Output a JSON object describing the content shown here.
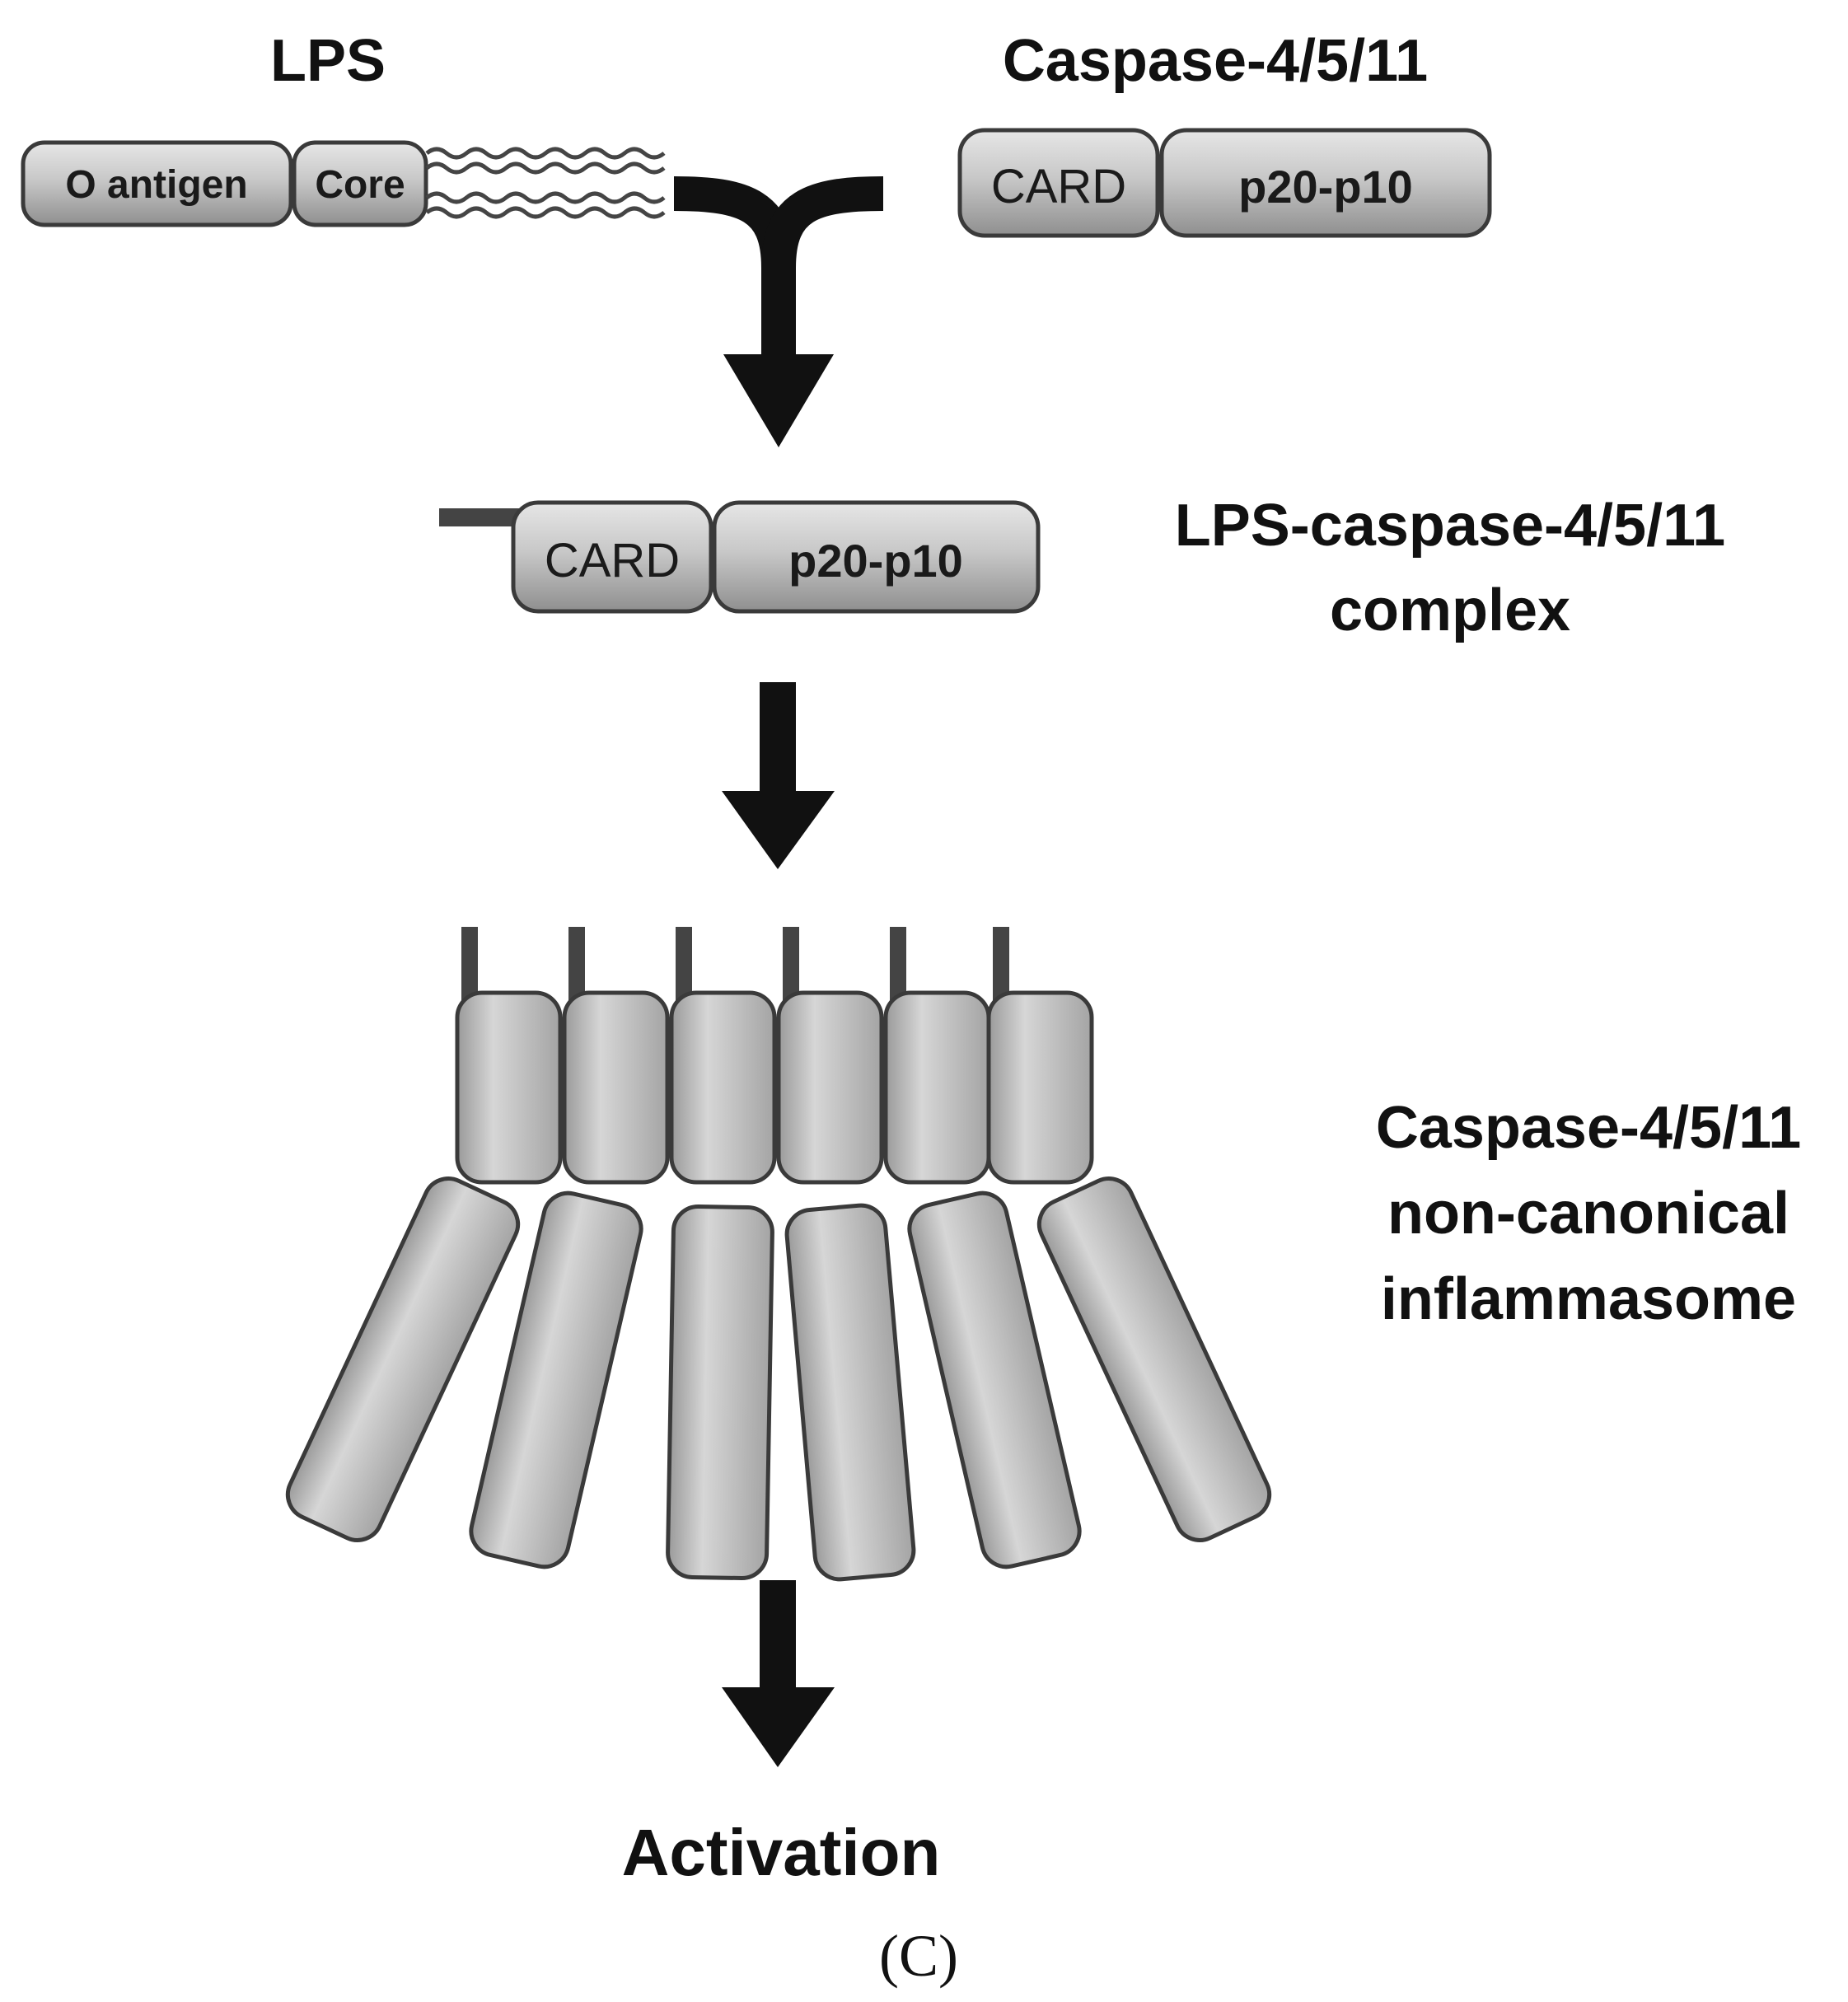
{
  "labels": {
    "lps": "LPS",
    "caspase_top": "Caspase-4/5/11",
    "complex_line1": "LPS-caspase-4/5/11",
    "complex_line2": "complex",
    "inflammasome_line1": "Caspase-4/5/11",
    "inflammasome_line2": "non-canonical",
    "inflammasome_line3": "inflammasome",
    "activation": "Activation",
    "panel": "(C)"
  },
  "domains": {
    "o_antigen": "O antigen",
    "core": "Core",
    "card": "CARD",
    "p20_p10": "p20-p10"
  },
  "colors": {
    "domain_fill": "#c4c4c4",
    "domain_stroke": "#3a3a3a",
    "arrow": "#111111",
    "lipid_tail": "#454545"
  },
  "icons": {
    "merge": "y-merge-arrow",
    "down": "down-arrow"
  },
  "inflammasome": {
    "subunit_count": 6
  }
}
